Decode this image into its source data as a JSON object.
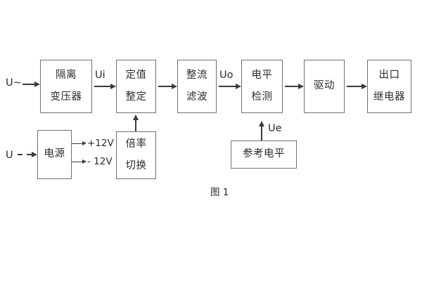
{
  "figure": {
    "caption": "图 1",
    "colors": {
      "box_border": "#6e7175",
      "arrow": "#3a3a3a",
      "text": "#2c2c2c",
      "background": "#ffffff"
    }
  },
  "blocks": {
    "isolation_transformer": {
      "line1": "隔离",
      "line2": "变压器"
    },
    "setting_value": {
      "line1": "定值",
      "line2": "整定"
    },
    "rectify_filter": {
      "line1": "整流",
      "line2": "滤波"
    },
    "level_detection": {
      "line1": "电平",
      "line2": "检测"
    },
    "drive": {
      "line1": "驱动",
      "line2": ""
    },
    "output_relay": {
      "line1": "出口",
      "line2": "继电器"
    },
    "power_supply": {
      "line1": "电源",
      "line2": ""
    },
    "multiplier_switch": {
      "line1": "倍率",
      "line2": "切换"
    },
    "reference_level": {
      "line1": "参考电平",
      "line2": ""
    }
  },
  "signals": {
    "input_ac": "U~",
    "input_dc": "U",
    "ui": "Ui",
    "uo": "Uo",
    "ue": "Ue",
    "rail_positive": "+12V",
    "rail_negative": "- 12V"
  }
}
